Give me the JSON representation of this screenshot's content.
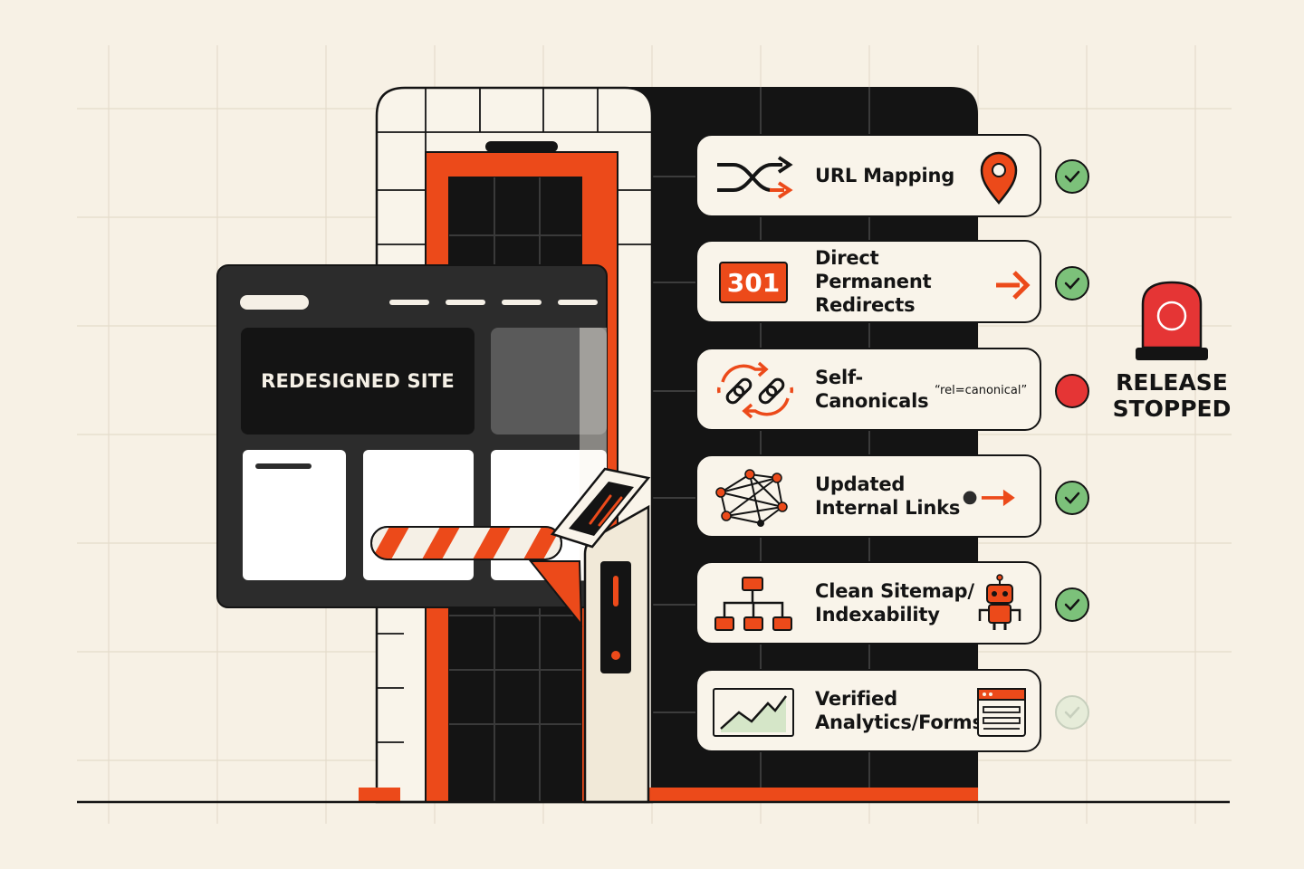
{
  "site": {
    "title": "REDESIGNED SITE"
  },
  "badge_301": "301",
  "checklist": [
    {
      "lines": [
        "URL Mapping"
      ],
      "status": "passed",
      "icon": "shuffle-arrows-icon",
      "side_icon": "map-pin-icon"
    },
    {
      "lines": [
        "Direct Permanent",
        "Redirects"
      ],
      "status": "passed",
      "icon": "redirect-301-icon",
      "side_icon": "arrow-right-icon"
    },
    {
      "lines": [
        "Self-",
        "Canonicals"
      ],
      "status": "failed",
      "icon": "canonical-links-icon",
      "tag": "“rel=canonical”"
    },
    {
      "lines": [
        "Updated",
        "Internal Links"
      ],
      "status": "passed",
      "icon": "link-network-icon",
      "side_icon": "dot-arrow-icon"
    },
    {
      "lines": [
        "Clean Sitemap/",
        "Indexability"
      ],
      "status": "passed",
      "icon": "sitemap-tree-icon",
      "side_icon": "robot-icon"
    },
    {
      "lines": [
        "Verified",
        "Analytics/Forms"
      ],
      "status": "pending",
      "icon": "analytics-chart-icon",
      "side_icon": "form-window-icon"
    }
  ],
  "alert": {
    "line1": "RELEASE",
    "line2": "STOPPED",
    "icon": "siren-light-icon"
  },
  "colors": {
    "accent": "#ec4a1a",
    "ink": "#141414",
    "paper": "#f7f1e5",
    "ok": "#7cc17a",
    "fail": "#e53535"
  }
}
